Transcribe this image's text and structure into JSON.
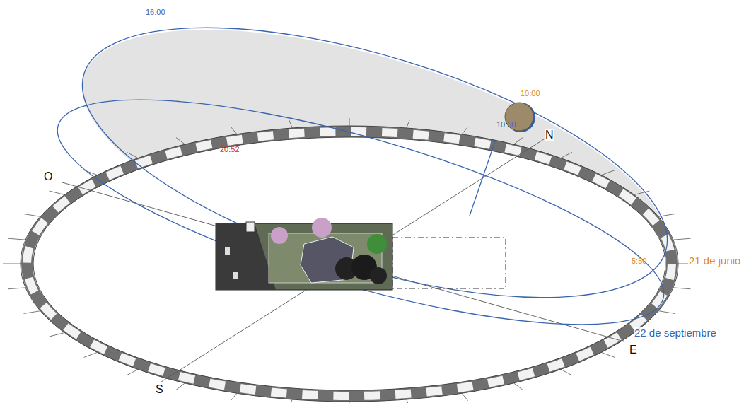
{
  "diagram": {
    "labels": [
      "16:00",
      "20:52",
      "10:00",
      "10:00",
      "N",
      "O",
      "S",
      "E",
      "5:50",
      "21 de junio",
      "22 de septiembre"
    ]
  }
}
